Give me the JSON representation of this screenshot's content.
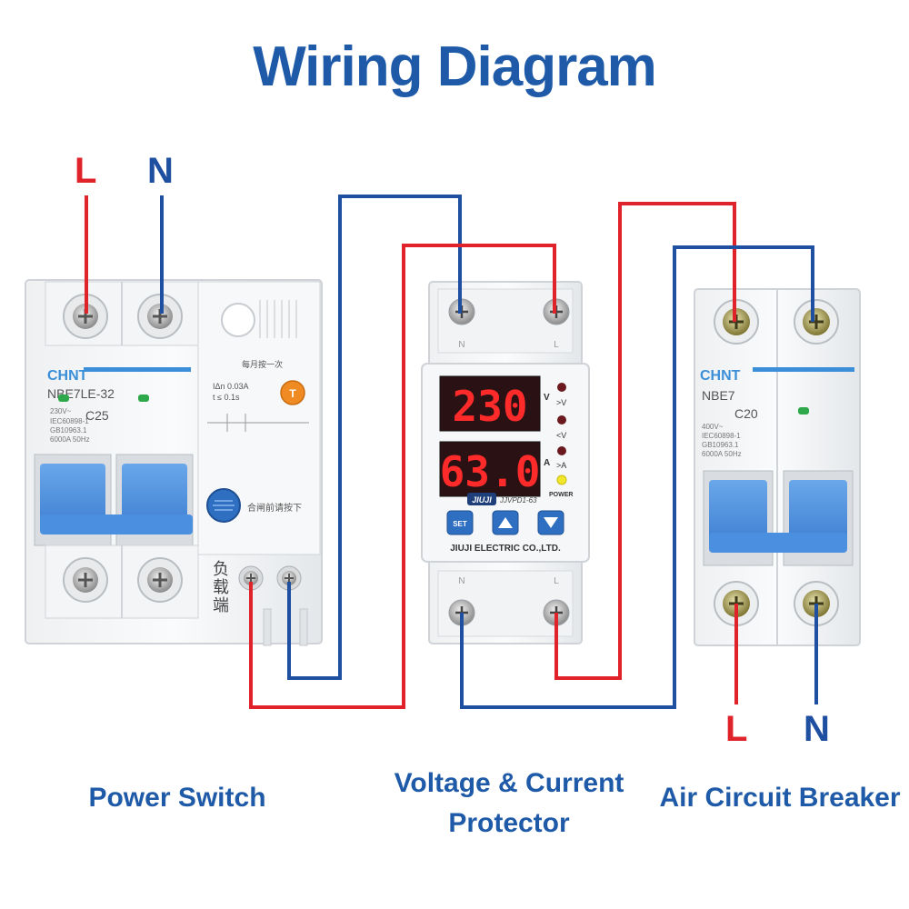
{
  "title": "Wiring Diagram",
  "colors": {
    "live": "#e0232a",
    "neutral": "#1e4fa0",
    "title": "#1e5aa8",
    "handle": "#4b8fe0",
    "brand": "#3b8fd8"
  },
  "wire_labels": {
    "input_l": "L",
    "input_n": "N",
    "output_l": "L",
    "output_n": "N"
  },
  "captions": {
    "power_switch": "Power Switch",
    "protector_line1": "Voltage & Current",
    "protector_line2": "Protector",
    "air_breaker": "Air Circuit Breaker"
  },
  "power_switch": {
    "brand": "CHNT",
    "model": "NBE7LE-32",
    "rating": "C25",
    "spec1": "230V~",
    "spec2": "IEC60898-1",
    "spec3": "GB10963.1",
    "spec4": "6000A 50Hz",
    "rcd1": "IΔn 0.03A",
    "rcd2": "t ≤ 0.1s",
    "monthly": "每月按一次",
    "close_note": "合闸前请按下",
    "test": "T",
    "load": "负载端"
  },
  "protector": {
    "voltage_display": "230",
    "current_display": "63.0",
    "unit_v": "V",
    "unit_a": "A",
    "ind_over_v": ">V",
    "ind_under_v": "<V",
    "ind_over_a": ">A",
    "ind_power": "POWER",
    "brand": "JIUJI",
    "model": "JJVPD1-63",
    "btn_set": "SET",
    "company": "JIUJI ELECTRIC CO.,LTD.",
    "term_n": "N",
    "term_l": "L"
  },
  "air_breaker": {
    "brand": "CHNT",
    "model": "NBE7",
    "rating": "C20",
    "spec1": "400V~",
    "spec2": "IEC60898-1",
    "spec3": "GB10963.1",
    "spec4": "6000A 50Hz"
  }
}
